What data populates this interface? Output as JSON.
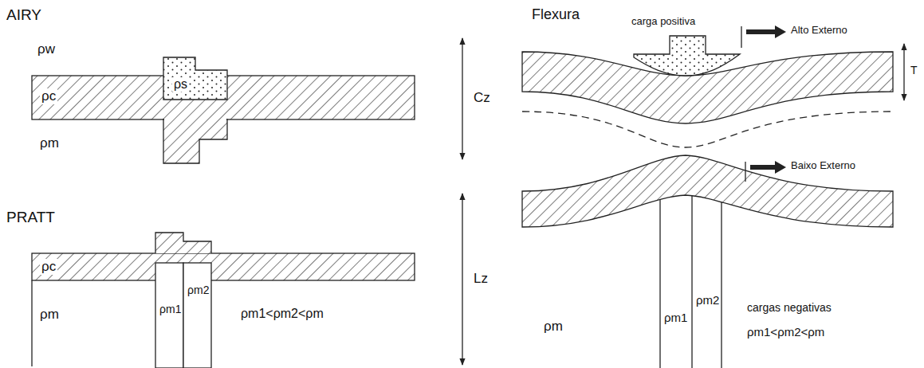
{
  "diagram": {
    "labels": [
      "AIRY",
      "ρw",
      "ρc",
      "ρs",
      "ρm",
      "Cz",
      "PRATT",
      "ρc",
      "ρm",
      "ρm1",
      "ρm2",
      "ρm1<ρm2<ρm",
      "Lz",
      "Flexura",
      "carga positiva",
      "Alto Externo",
      "T",
      "Baixo Externo",
      "ρm",
      "ρm1",
      "ρm2",
      "cargas negativas",
      "ρm1<ρm2<ρm"
    ]
  }
}
